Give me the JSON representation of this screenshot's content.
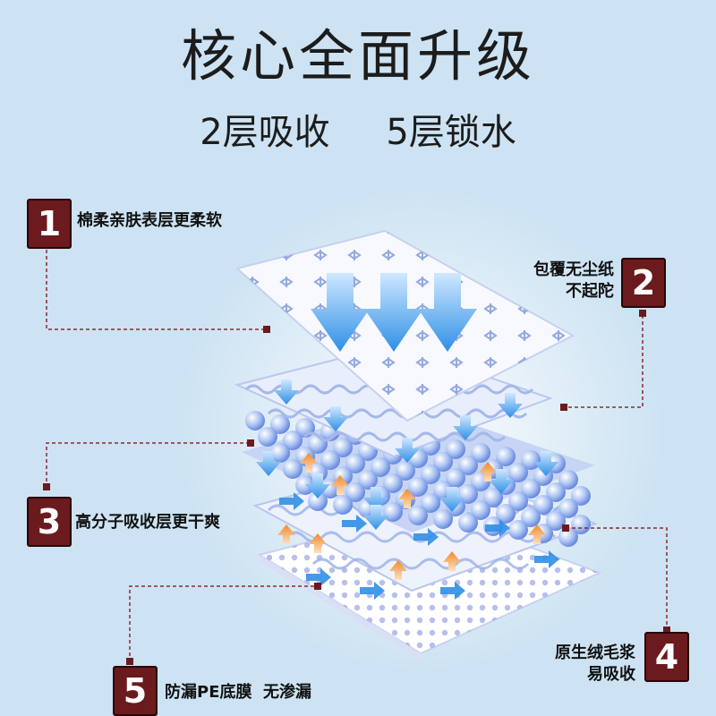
{
  "title": "核心全面升级",
  "subtitle": {
    "left": "2层吸收",
    "right": "5层锁水"
  },
  "callouts": [
    {
      "number": "1",
      "text": "棉柔亲肤表层更柔软"
    },
    {
      "number": "2",
      "line1": "包覆无尘纸",
      "line2": "不起陀"
    },
    {
      "number": "3",
      "text": "高分子吸收层更干爽"
    },
    {
      "number": "4",
      "line1": "原生绒毛浆",
      "line2": "易吸收"
    },
    {
      "number": "5",
      "text": "防漏PE底膜  无渗漏"
    }
  ],
  "colors": {
    "badge": "#6b1a1e",
    "background": "#cde3f3",
    "arrow_down": "#2f8fe6",
    "arrow_up": "#f08a2a"
  }
}
